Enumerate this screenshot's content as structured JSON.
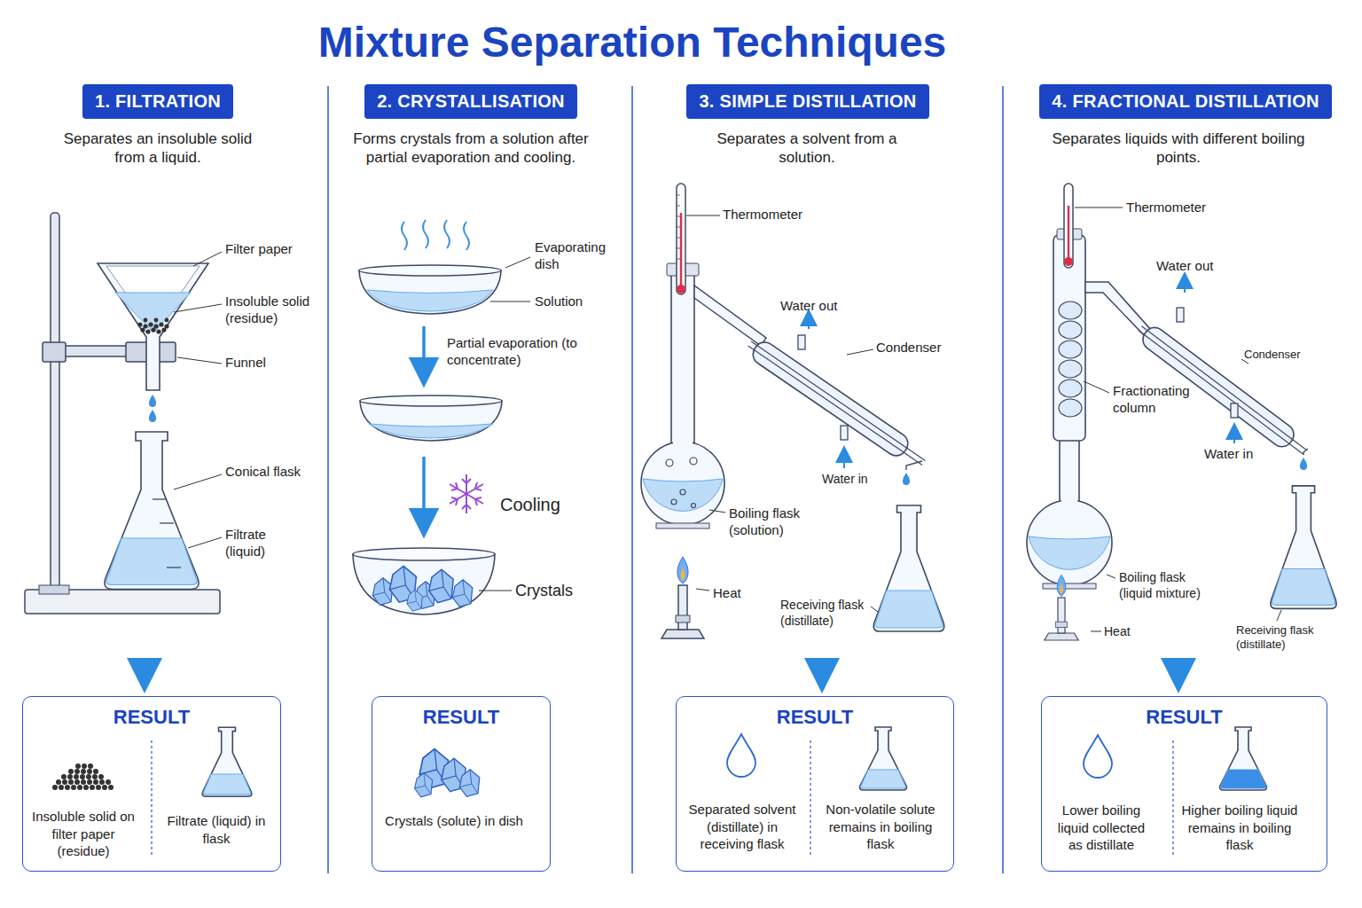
{
  "diagram": {
    "title": "Mixture Separation Techniques",
    "nodes": [
      {
        "text": [
          "1. FILTRATION"
        ]
      },
      {
        "text": [
          "2. CRYSTALLISATION"
        ]
      },
      {
        "text": [
          "3. SIMPLE DISTILLATION"
        ]
      },
      {
        "text": [
          "4. FRACTIONAL DISTILLATION"
        ]
      },
      {
        "text": [
          "RESULT",
          "Insoluble solid on filter paper (residue)",
          "Filtrate (liquid) in flask"
        ]
      },
      {
        "text": [
          "RESULT",
          "Crystals (solute) in dish"
        ]
      },
      {
        "text": [
          "RESULT",
          "Separated solvent (distillate) in receiving flask",
          "Non-volatile solute remains in boiling flask"
        ]
      },
      {
        "text": [
          "RESULT",
          "Lower boiling liquid collected as distillate",
          "Higher boiling liquid remains in boiling flask"
        ]
      }
    ],
    "labels": [
      "Separates an insoluble solid from a liquid.",
      "Filter paper",
      "Insoluble solid (residue)",
      "Funnel",
      "Conical flask",
      "Filtrate (liquid)",
      "Forms crystals from a solution after partial evaporation and cooling.",
      "Evaporating dish",
      "Solution",
      "Partial evaporation (to concentrate)",
      "Cooling",
      "Crystals",
      "Separates a solvent from a solution.",
      "Thermometer",
      "Water out",
      "Condenser",
      "Water in",
      "Boiling flask (solution)",
      "Heat",
      "Receiving flask (distillate)",
      "Separates liquids with different boiling points.",
      "Thermometer",
      "Water out",
      "Fractionating column",
      "Condenser",
      "Water in",
      "Boiling flask (liquid mixture)",
      "Heat",
      "Receiving flask (distillate)"
    ]
  }
}
